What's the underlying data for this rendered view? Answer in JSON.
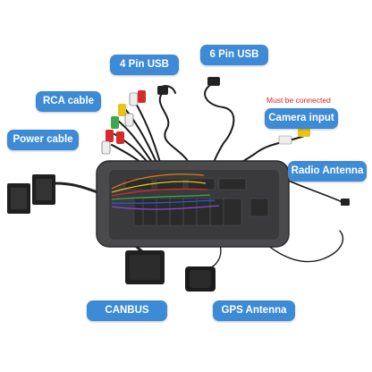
{
  "labels": {
    "usb4": "4 Pin USB",
    "usb6": "6 Pin USB",
    "rca": "RCA cable",
    "power": "Power cable",
    "camera": "Camera input",
    "camera_note": "Must be connected",
    "radio": "Radio Antenna",
    "canbus": "CANBUS",
    "gps": "GPS Antenna"
  },
  "colors": {
    "label_bg": "#3d8ad6",
    "label_text": "#ffffff",
    "note_text": "#e02020",
    "unit_body": "#4a4a4c",
    "cable": "#1a1a1a",
    "rca_red": "#d62b2b",
    "rca_white": "#eeeeee",
    "rca_yellow": "#e8c31a",
    "rca_green": "#3da84a"
  }
}
